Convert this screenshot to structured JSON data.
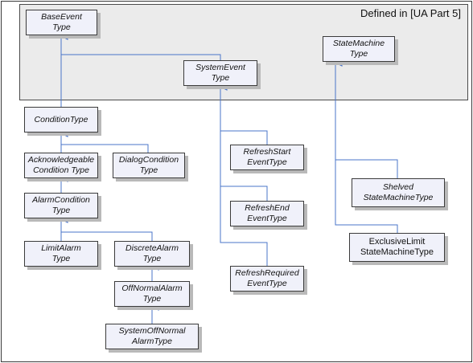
{
  "region": {
    "label": "Defined in [UA Part 5]"
  },
  "nodes": {
    "base_event": {
      "line1": "BaseEvent",
      "line2": "Type"
    },
    "state_machine": {
      "line1": "StateMachine",
      "line2": "Type"
    },
    "system_event": {
      "line1": "SystemEvent",
      "line2": "Type"
    },
    "condition": {
      "line1": "ConditionType"
    },
    "acknowledgeable": {
      "line1": "Acknowledgeable",
      "line2": "Condition Type"
    },
    "dialog": {
      "line1": "DialogCondition",
      "line2": "Type"
    },
    "alarm": {
      "line1": "AlarmCondition",
      "line2": "Type"
    },
    "limit": {
      "line1": "LimitAlarm",
      "line2": "Type"
    },
    "discrete": {
      "line1": "DiscreteAlarm",
      "line2": "Type"
    },
    "offnormal": {
      "line1": "OffNormalAlarm",
      "line2": "Type"
    },
    "system_offnormal": {
      "line1": "SystemOffNormal",
      "line2": "AlarmType"
    },
    "refresh_start": {
      "line1": "RefreshStart",
      "line2": "EventType"
    },
    "refresh_end": {
      "line1": "RefreshEnd",
      "line2": "EventType"
    },
    "refresh_required": {
      "line1": "RefreshRequired",
      "line2": "EventType"
    },
    "shelved": {
      "line1": "Shelved",
      "line2": "StateMachineType"
    },
    "exclusive_limit": {
      "line1": "ExclusiveLimit",
      "line2": "StateMachineType"
    }
  },
  "colors": {
    "connector": "#4a74c9",
    "node_fill": "#f0f1fa",
    "region_fill": "#ebebeb"
  }
}
